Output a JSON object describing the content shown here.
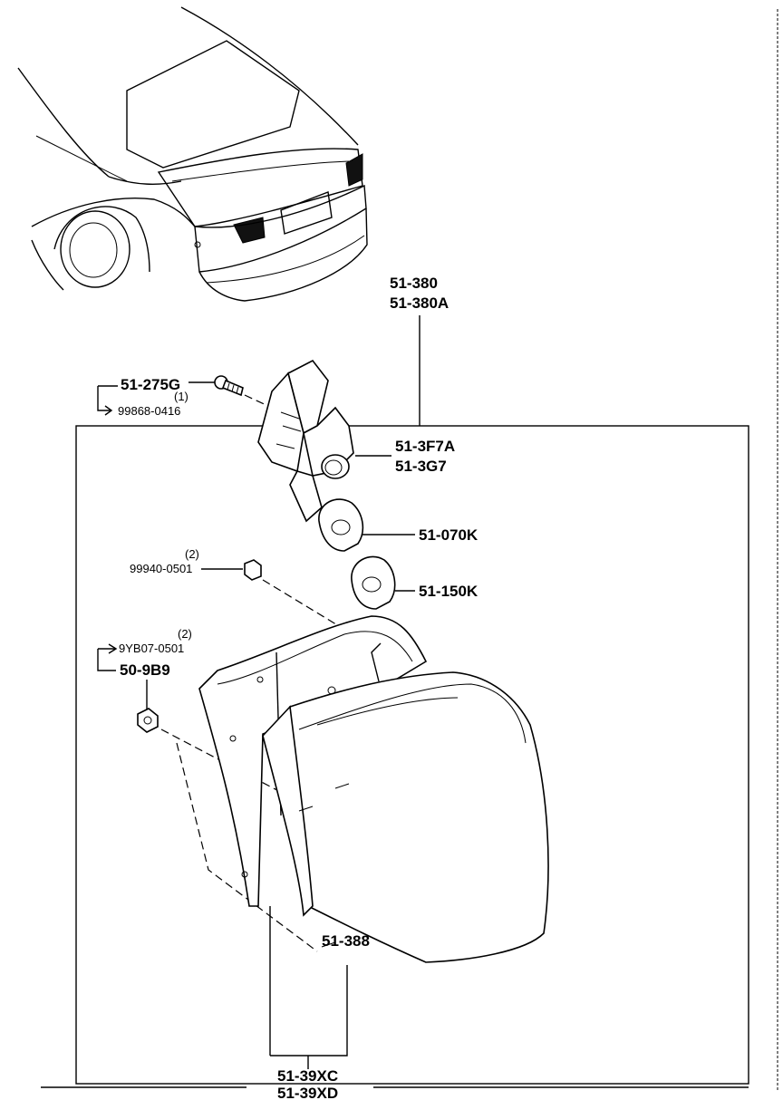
{
  "callouts": {
    "assembly_1": "51-380",
    "assembly_2": "51-380A",
    "screw": "51-275G",
    "screw_qty": "(1)",
    "screw_alt": "99868-0416",
    "socket_1": "51-3F7A",
    "socket_2": "51-3G7",
    "bulb_1": "51-070K",
    "bulb_2": "51-150K",
    "nut_qty": "(2)",
    "nut": "99940-0501",
    "nut2_qty": "(2)",
    "nut2_alt": "9YB07-0501",
    "nut2": "50-9B9",
    "gasket": "51-388",
    "lamp_1": "51-39XC",
    "lamp_2": "51-39XD"
  }
}
